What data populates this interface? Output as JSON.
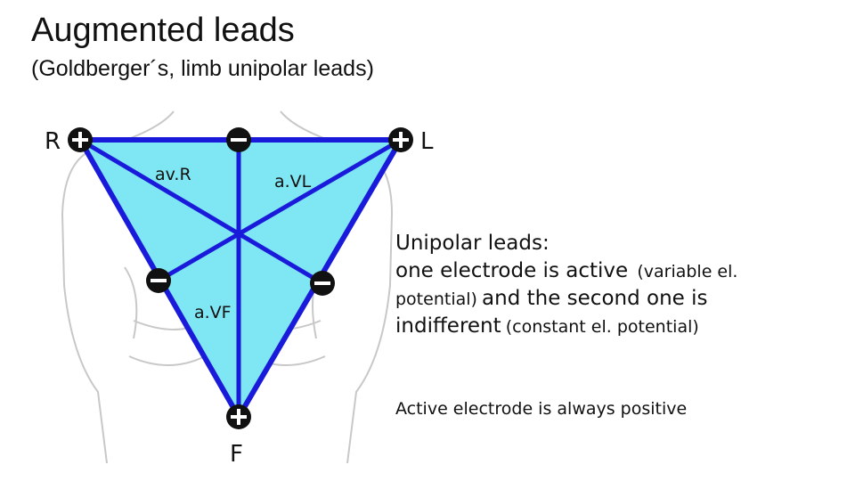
{
  "title": "Augmented leads",
  "subtitle": "(Goldberger´s, limb unipolar leads)",
  "diagram": {
    "electrodes": {
      "right": "R",
      "left": "L",
      "foot": "F"
    },
    "leads": {
      "avr": "av.R",
      "avl": "a.VL",
      "avf": "a.VF"
    },
    "colors": {
      "fill": "#7fe6f3",
      "line": "#1a1adb",
      "electrode": "#111111"
    }
  },
  "note": {
    "line1": "Unipolar leads:",
    "line2_main": "one electrode is active",
    "line2_small": "(variable el.",
    "line3_small": "potential)",
    "line3_main": "and the second one is",
    "line4_main": "indifferent",
    "line4_small": "(constant el. potential)",
    "active": "Active electrode is always positive"
  }
}
